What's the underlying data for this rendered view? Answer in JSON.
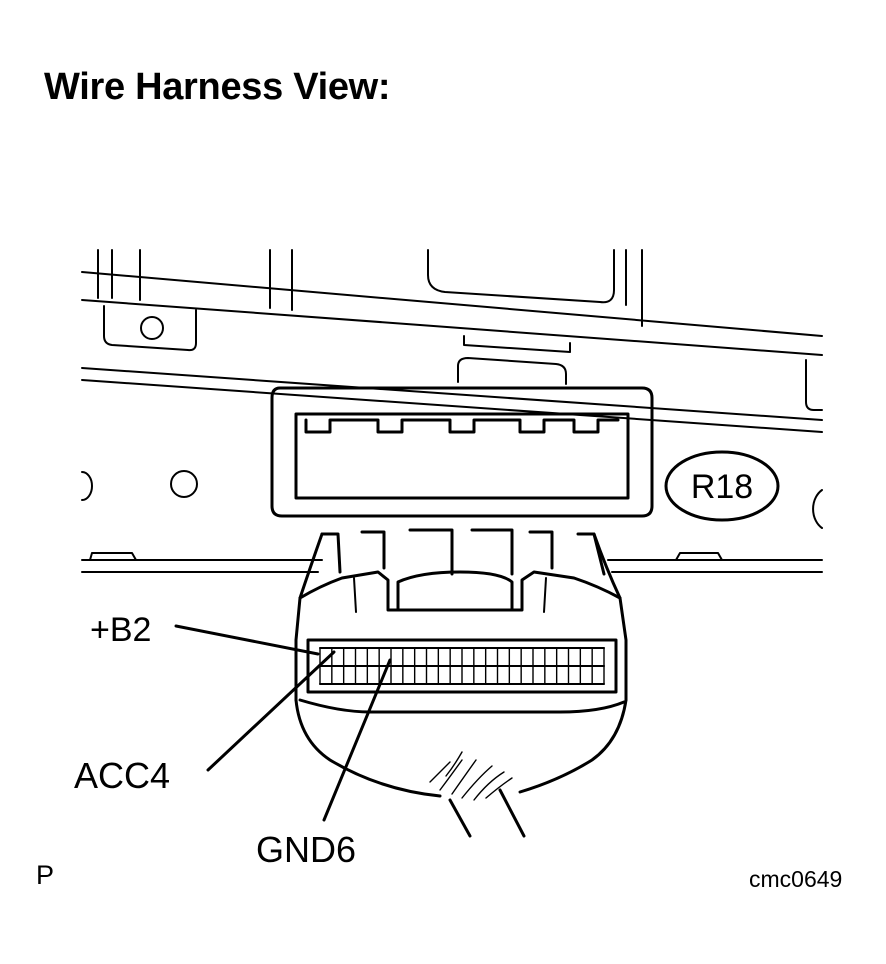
{
  "title": "Wire Harness View:",
  "connector_id": "R18",
  "terminal_labels": {
    "b2": "+B2",
    "acc4": "ACC4",
    "gnd6": "GND6"
  },
  "corner_letter": "P",
  "figure_code": "cmc0649",
  "colors": {
    "line": "#000000",
    "background": "#ffffff"
  }
}
